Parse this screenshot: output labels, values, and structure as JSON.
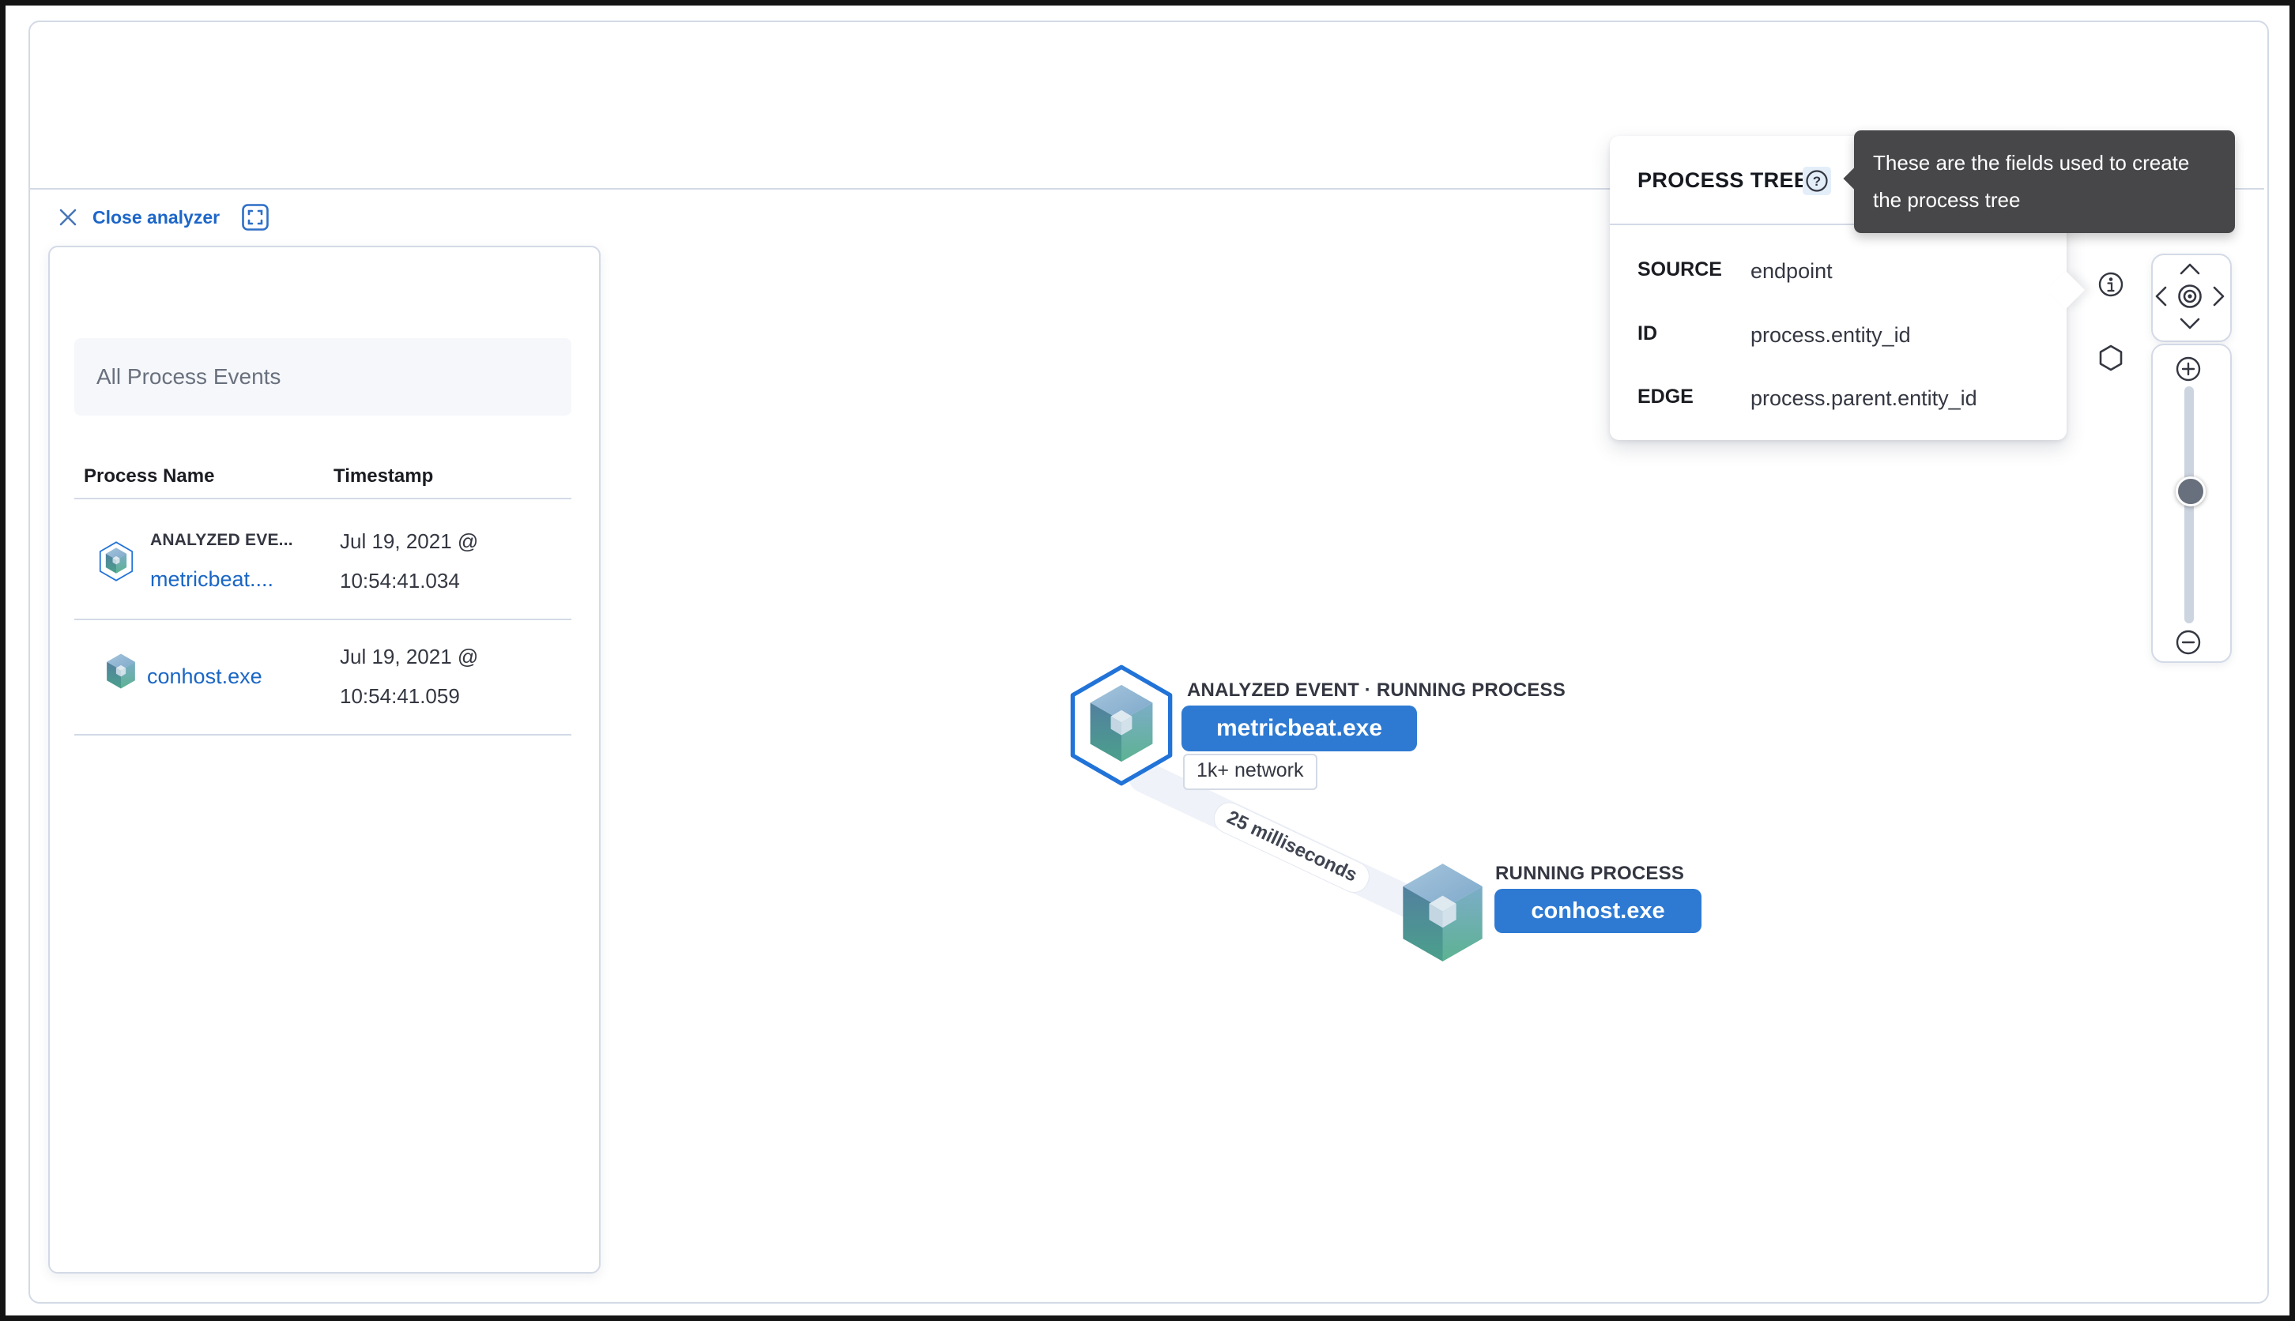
{
  "chrome": {
    "close_label": "Close analyzer"
  },
  "left_panel": {
    "title": "All Process Events",
    "columns": [
      "Process Name",
      "Timestamp"
    ],
    "rows": [
      {
        "event_label": "ANALYZED EVE...",
        "name": "metricbeat....",
        "ts1": "Jul 19, 2021 @",
        "ts2": "10:54:41.034"
      },
      {
        "event_label": "",
        "name": "conhost.exe",
        "ts1": "Jul 19, 2021 @",
        "ts2": "10:54:41.059"
      }
    ]
  },
  "graph": {
    "edge_label": "25 milliseconds",
    "nodes": [
      {
        "label": "ANALYZED EVENT · RUNNING PROCESS",
        "button": "metricbeat.exe",
        "badge": "1k+ network"
      },
      {
        "label": "RUNNING PROCESS",
        "button": "conhost.exe"
      }
    ]
  },
  "popover": {
    "title": "PROCESS TREE",
    "help_glyph": "?",
    "rows": [
      {
        "label": "SOURCE",
        "value": "endpoint"
      },
      {
        "label": "ID",
        "value": "process.entity_id"
      },
      {
        "label": "EDGE",
        "value": "process.parent.entity_id"
      }
    ]
  },
  "tooltip": {
    "text": "These are the fields used to create the process tree"
  },
  "colors": {
    "link_blue": "#1d66c9",
    "button_blue": "#2e7ad2",
    "hexagon_blue": "#2273d8",
    "panel_border": "#d3dae6",
    "tooltip_bg": "#47474a",
    "text_dark": "#343741",
    "muted_text": "#69707d"
  }
}
